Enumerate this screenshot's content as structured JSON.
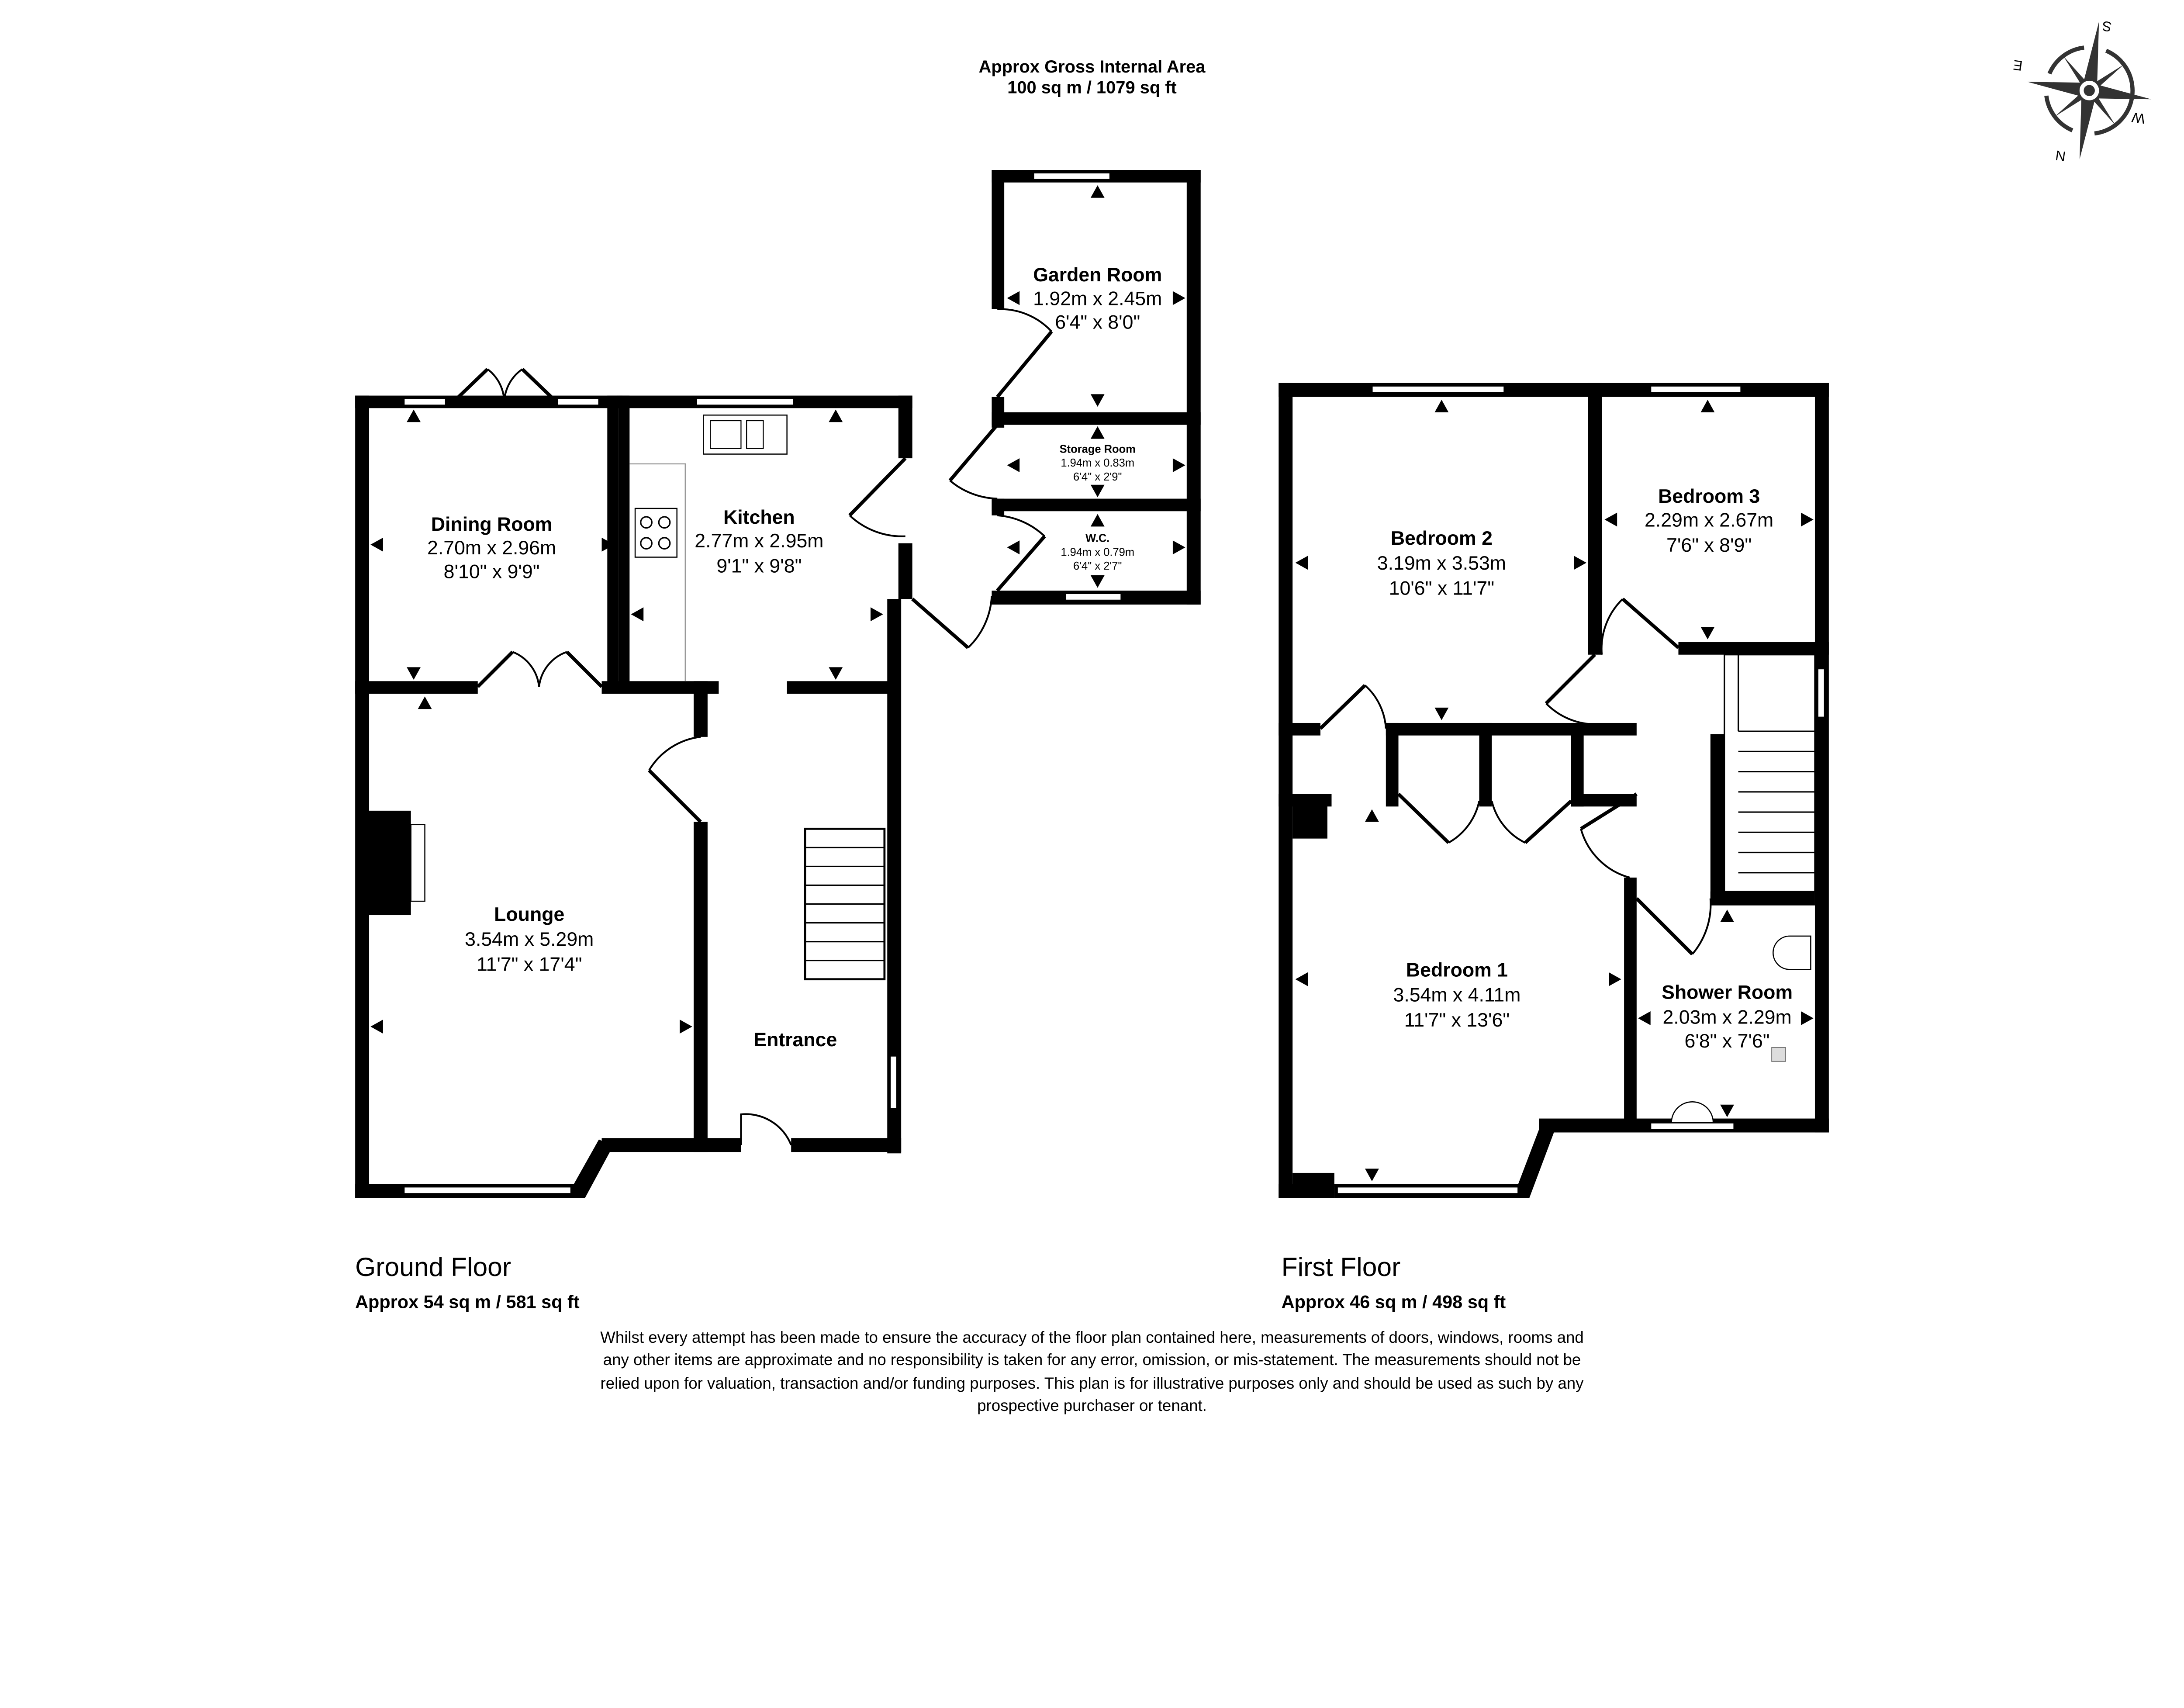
{
  "header": {
    "line1": "Approx Gross Internal Area",
    "line2": "100 sq m / 1079 sq ft"
  },
  "compass": {
    "icon": "compass-rose-icon",
    "labels": {
      "n": "N",
      "s": "S",
      "e": "E",
      "w": "W"
    }
  },
  "ground_floor": {
    "title": "Ground Floor",
    "area": "Approx 54 sq m / 581 sq ft",
    "rooms": [
      {
        "name": "Dining Room",
        "metric": "2.70m x 2.96m",
        "imperial": "8'10\" x 9'9\""
      },
      {
        "name": "Kitchen",
        "metric": "2.77m x 2.95m",
        "imperial": "9'1\" x 9'8\""
      },
      {
        "name": "Garden Room",
        "metric": "1.92m x 2.45m",
        "imperial": "6'4\" x 8'0\""
      },
      {
        "name": "Storage Room",
        "metric": "1.94m x 0.83m",
        "imperial": "6'4\" x 2'9\""
      },
      {
        "name": "W.C.",
        "metric": "1.94m x 0.79m",
        "imperial": "6'4\" x 2'7\""
      },
      {
        "name": "Lounge",
        "metric": "3.54m x 5.29m",
        "imperial": "11'7\" x 17'4\""
      },
      {
        "name": "Entrance"
      }
    ]
  },
  "first_floor": {
    "title": "First Floor",
    "area": "Approx 46 sq m / 498 sq ft",
    "rooms": [
      {
        "name": "Bedroom 2",
        "metric": "3.19m x 3.53m",
        "imperial": "10'6\" x 11'7\""
      },
      {
        "name": "Bedroom 3",
        "metric": "2.29m x 2.67m",
        "imperial": "7'6\" x 8'9\""
      },
      {
        "name": "Bedroom 1",
        "metric": "3.54m x 4.11m",
        "imperial": "11'7\" x 13'6\""
      },
      {
        "name": "Shower Room",
        "metric": "2.03m x 2.29m",
        "imperial": "6'8\" x 7'6\""
      }
    ]
  },
  "disclaimer": [
    "Whilst every attempt has been made to ensure the accuracy of the floor plan contained here, measurements of doors, windows, rooms and",
    "any other items are approximate and no responsibility is taken for any error, omission, or mis-statement. The measurements should not be",
    "relied upon for valuation, transaction and/or funding purposes. This plan is for illustrative purposes only and should be used as such by any",
    "prospective purchaser or tenant."
  ]
}
